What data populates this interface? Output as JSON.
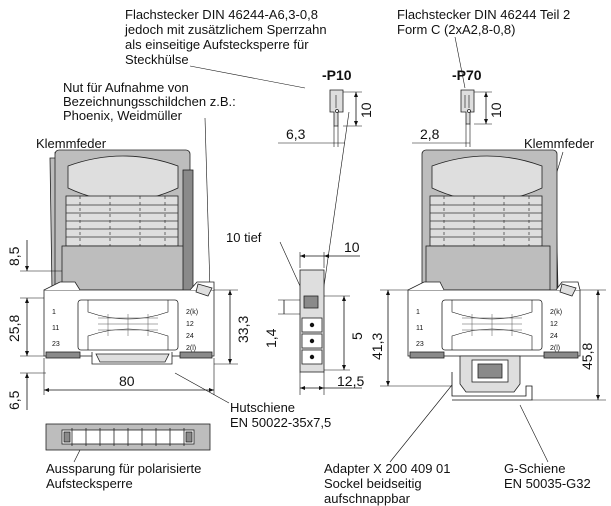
{
  "labels": {
    "p10_desc_1": "Flachstecker DIN 46244-A6,3-0,8",
    "p10_desc_2": "jedoch mit zusätzlichem Sperrzahn",
    "p10_desc_3": "als einseitige Aufstecksperre für",
    "p10_desc_4": "Steckhülse",
    "p70_desc_1": "Flachstecker DIN 46244 Teil 2",
    "p70_desc_2": "Form C (2xA2,8-0,8)",
    "p10": "-P10",
    "p70": "-P70",
    "nut_1": "Nut für Aufnahme von",
    "nut_2": "Bezeichnungsschildchen z.B.:",
    "nut_3": "Phoenix, Weidmüller",
    "klemmfeder_left": "Klemmfeder",
    "klemmfeder_right": "Klemmfeder",
    "tief": "10 tief",
    "hutschiene_1": "Hutschiene",
    "hutschiene_2": "EN 50022-35x7,5",
    "aussparung_1": "Aussparung für polarisierte",
    "aussparung_2": "Aufstecksperre",
    "adapter_1": "Adapter X 200 409 01",
    "adapter_2": "Sockel beidseitig",
    "adapter_3": "aufschnappbar",
    "gschiene_1": "G-Schiene",
    "gschiene_2": "EN 50035-G32"
  },
  "dimensions": {
    "d8_5": "8,5",
    "d25_8": "25,8",
    "d6_5": "6,5",
    "d80": "80",
    "d33_3": "33,3",
    "d6_3": "6,3",
    "d10_p10": "10",
    "d2_8": "2,8",
    "d10_p70": "10",
    "d10_top": "10",
    "d1_4": "1,4",
    "d5": "5",
    "d12_5": "12,5",
    "d41_3": "41,3",
    "d45_8": "45,8"
  },
  "terminals": {
    "left_1": "1",
    "left_11": "11",
    "left_23": "23",
    "left_2k": "2(k)",
    "left_12": "12",
    "left_24": "24",
    "left_2l": "2(l)",
    "right_1": "1",
    "right_11": "11",
    "right_23": "23",
    "right_2k": "2(k)",
    "right_12": "12",
    "right_24": "24",
    "right_2l": "2(l)"
  }
}
